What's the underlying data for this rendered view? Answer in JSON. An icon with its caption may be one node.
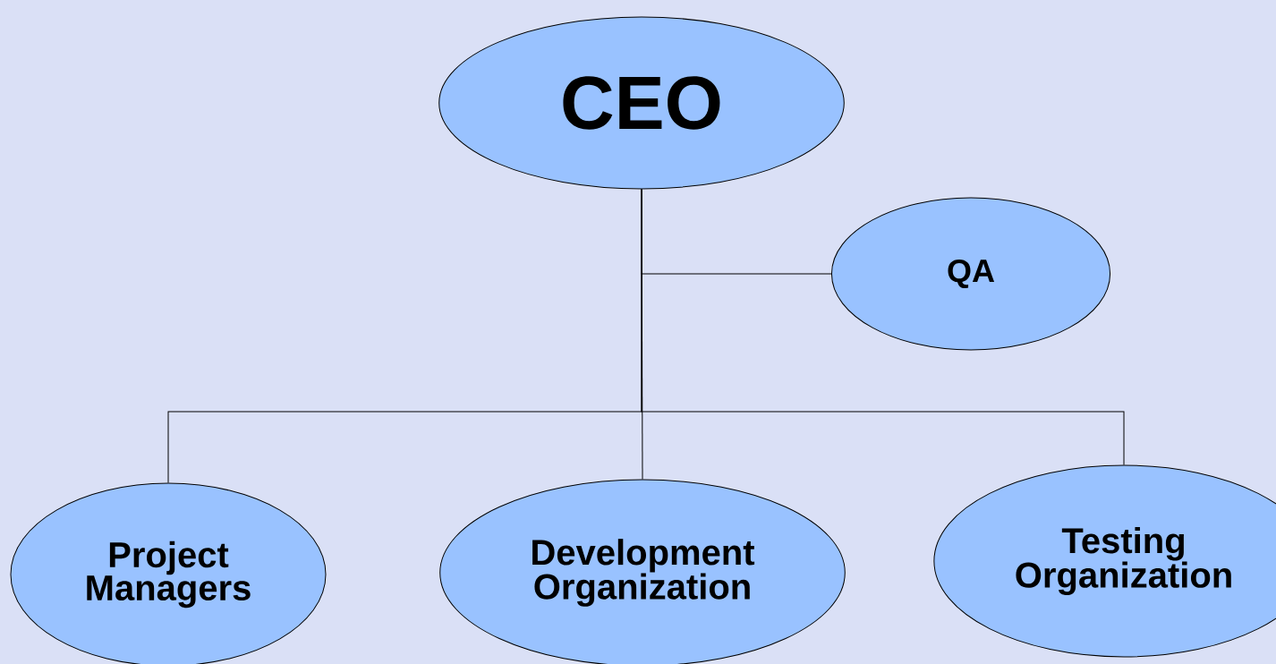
{
  "diagram": {
    "nodes": [
      {
        "text": [
          "CEO"
        ]
      },
      {
        "text": [
          "QA"
        ]
      },
      {
        "text": [
          "Project Managers"
        ]
      },
      {
        "text": [
          "Development Organization"
        ]
      },
      {
        "text": [
          "Testing Organization"
        ]
      }
    ],
    "edges": [
      {
        "from": 0,
        "to": 1,
        "arrow": "none"
      },
      {
        "from": 0,
        "to": 2,
        "arrow": "none"
      },
      {
        "from": 0,
        "to": 3,
        "arrow": "none"
      },
      {
        "from": 0,
        "to": 4,
        "arrow": "none"
      }
    ]
  }
}
